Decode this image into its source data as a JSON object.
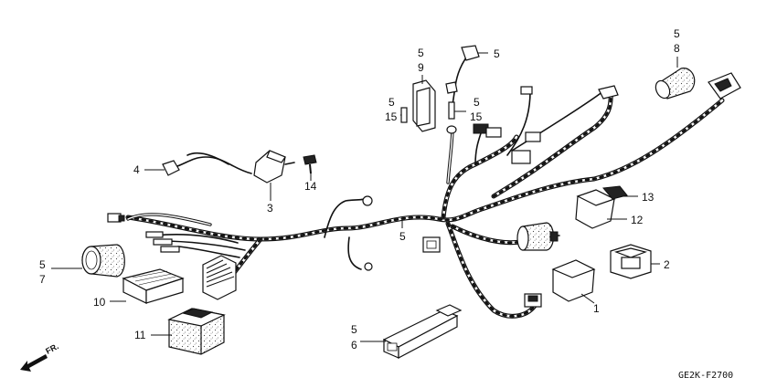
{
  "diagram": {
    "code": "GE2K-F2700",
    "direction_mark": "FR.",
    "callouts": [
      {
        "id": "c-5-7-top",
        "text": "5"
      },
      {
        "id": "c-5-7-bot",
        "text": "7"
      },
      {
        "id": "c-10",
        "text": "10"
      },
      {
        "id": "c-11",
        "text": "11"
      },
      {
        "id": "c-4",
        "text": "4"
      },
      {
        "id": "c-3",
        "text": "3"
      },
      {
        "id": "c-14",
        "text": "14"
      },
      {
        "id": "c-5-9-top",
        "text": "5"
      },
      {
        "id": "c-5-9-bot",
        "text": "9"
      },
      {
        "id": "c-5-15a-top",
        "text": "5"
      },
      {
        "id": "c-5-15a-bot",
        "text": "15"
      },
      {
        "id": "c-5-15b-top",
        "text": "5"
      },
      {
        "id": "c-5-15b-bot",
        "text": "15"
      },
      {
        "id": "c-5-connector",
        "text": "5"
      },
      {
        "id": "c-5-8-top",
        "text": "5"
      },
      {
        "id": "c-5-8-bot",
        "text": "8"
      },
      {
        "id": "c-5-harness",
        "text": "5"
      },
      {
        "id": "c-13",
        "text": "13"
      },
      {
        "id": "c-12",
        "text": "12"
      },
      {
        "id": "c-2",
        "text": "2"
      },
      {
        "id": "c-1",
        "text": "1"
      },
      {
        "id": "c-5-6-top",
        "text": "5"
      },
      {
        "id": "c-5-6-bot",
        "text": "6"
      }
    ]
  }
}
